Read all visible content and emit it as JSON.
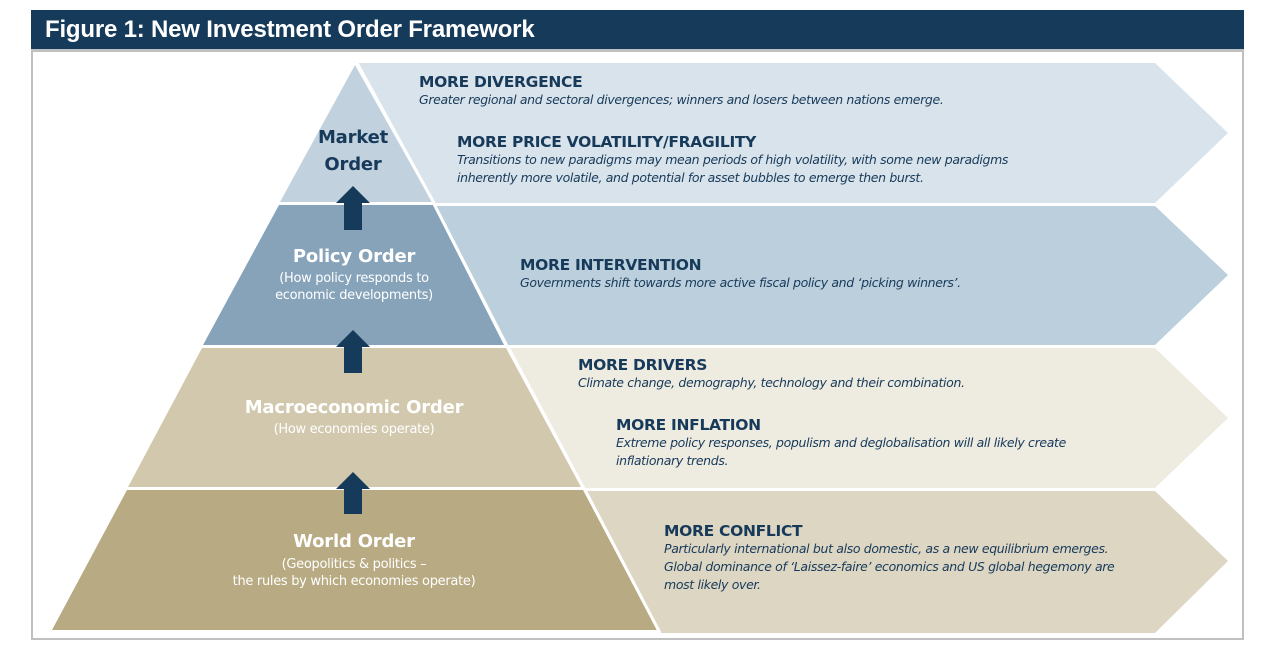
{
  "figure": {
    "title": "Figure 1: New Investment Order Framework"
  },
  "colors": {
    "title_bar": "#163a5a",
    "text_dark": "#173a5a",
    "arrow": "#163a5a",
    "market_tier": "#c1d1dd",
    "market_band": "#d9e3eb",
    "policy_tier": "#86a3ba",
    "policy_band": "#bccfdc",
    "macro_tier": "#d1c8ad",
    "macro_band": "#eeebe1",
    "world_tier": "#b8aa82",
    "world_band": "#ddd6c3"
  },
  "pyramid": [
    {
      "id": "market",
      "title_line1": "Market",
      "title_line2": "Order",
      "subtitle_lines": []
    },
    {
      "id": "policy",
      "title": "Policy Order",
      "subtitle_lines": [
        "(How policy responds to",
        "economic developments)"
      ]
    },
    {
      "id": "macro",
      "title": "Macroeconomic Order",
      "subtitle_lines": [
        "(How economies operate)"
      ]
    },
    {
      "id": "world",
      "title": "World Order",
      "subtitle_lines": [
        "(Geopolitics & politics –",
        "the rules by which economies operate)"
      ]
    }
  ],
  "bands": {
    "market": [
      {
        "heading": "MORE DIVERGENCE",
        "lines": [
          "Greater regional and sectoral divergences; winners and losers between nations emerge."
        ]
      },
      {
        "heading": "MORE PRICE VOLATILITY/FRAGILITY",
        "lines": [
          "Transitions to new paradigms may mean periods of high volatility, with some new paradigms",
          "inherently more volatile, and potential for asset bubbles to emerge then burst."
        ]
      }
    ],
    "policy": [
      {
        "heading": "MORE INTERVENTION",
        "lines": [
          "Governments shift towards more active fiscal policy and ‘picking winners’."
        ]
      }
    ],
    "macro": [
      {
        "heading": "MORE DRIVERS",
        "lines": [
          "Climate change, demography, technology and their combination."
        ]
      },
      {
        "heading": "MORE INFLATION",
        "lines": [
          "Extreme policy responses, populism and deglobalisation will all likely create",
          "inflationary trends."
        ]
      }
    ],
    "world": [
      {
        "heading": "MORE CONFLICT",
        "lines": [
          "Particularly international but also domestic, as a new equilibrium emerges.",
          "Global dominance of ‘Laissez-faire’ economics and US global hegemony are",
          "most likely over."
        ]
      }
    ]
  }
}
